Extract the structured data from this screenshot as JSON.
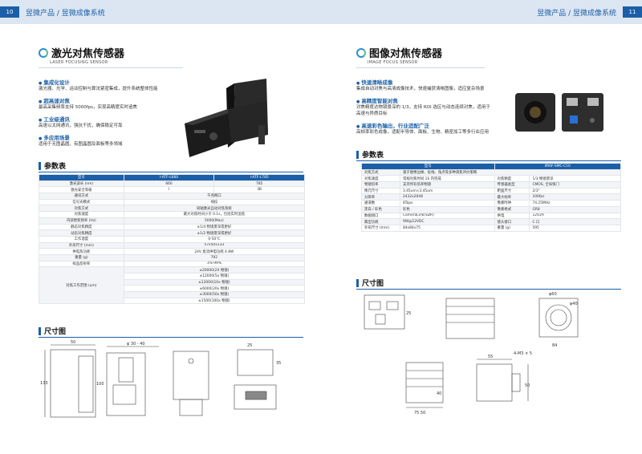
{
  "left": {
    "page_num": "10",
    "crumb": "昱微产品 / 昱微成像系统",
    "title": "激光对焦传感器",
    "subtitle": "LASER FOCUSING SENSOR",
    "features": [
      {
        "h": "集成化设计",
        "d": [
          "激光器、光学、运动控制与算法紧密集成，提升系统整体性能"
        ]
      },
      {
        "h": "超高速对焦",
        "d": [
          "最高采集频率支持 5000fps，实现高精度实时追焦"
        ]
      },
      {
        "h": "工业级通讯",
        "d": [
          "高速以太网通讯，强抗干扰，确保稳定可靠"
        ]
      },
      {
        "h": "多应用场景",
        "d": [
          "适用于无图晶圆、有图晶圆及面板等多领域"
        ]
      }
    ],
    "params_title": "参数表",
    "table_header": [
      "型号",
      "I-ATF-L660",
      "I-ATF-L785"
    ],
    "rows_two": [
      [
        "激光波长 (nm)",
        "660",
        "785"
      ],
      [
        "激光安全等级",
        "I",
        "3B"
      ]
    ],
    "rows_one": [
      [
        "通讯方式",
        "千兆网口"
      ],
      [
        "信号光模式",
        "线投"
      ],
      [
        "对焦方式",
        "同轴激光自动对焦系统"
      ],
      [
        "对焦速度",
        "最大对焦时间小于 0.1s，包括实时追焦"
      ],
      [
        "内部更新频率 (Hz)",
        "5000(Max)"
      ],
      [
        "静态对焦精度",
        "±1/4 物镜景深或更好"
      ],
      [
        "动态对焦精度",
        "±1/2 物镜景深或更好"
      ],
      [
        "工作温度",
        "0-50℃"
      ],
      [
        "外形尺寸 (mm)",
        "57x50x133"
      ],
      [
        "供电及功耗",
        "24V 直流供电功耗 4.8W"
      ],
      [
        "重量 (g)",
        "792"
      ],
      [
        "样品反射率",
        "1%-99%"
      ]
    ],
    "range_label": "对焦工作范围 (um)",
    "range_values": [
      "±20000(2X 物镜)",
      "±12000(5x 物镜)",
      "±12000(10x 物镜)",
      "±6000(20x 物镜)",
      "±3000(50x 物镜)",
      "±1500(100x 物镜)"
    ],
    "dims_title": "尺寸图",
    "dims": {
      "d50": "50",
      "d133": "133",
      "d38": "φ 30 - 40",
      "d100": "100",
      "d25": "25",
      "d35": "35"
    }
  },
  "right": {
    "page_num": "11",
    "crumb": "昱微产品 / 昱微成像系统",
    "title": "图像对焦传感器",
    "subtitle": "IMAGE FOCUS SENSOR",
    "features": [
      {
        "h": "快速清晰成像",
        "d": [
          "集成自动对焦与高清成像技术，快速捕获清晰图像，适应复杂场景"
        ]
      },
      {
        "h": "高精度智能对焦",
        "d": [
          "对焦精度达物镜景深的 1/3，支持 ROI 选区与动态连续对焦，适用于",
          "高速与异质目标"
        ]
      },
      {
        "h": "高速彩色输出，行业适配广泛",
        "d": [
          "高帧率彩色成像，适配半导体、面板、生物、精密加工等多行业应用"
        ]
      }
    ],
    "params_title": "参数表",
    "table_header": [
      "型号",
      "IMAF-SMC-C10"
    ],
    "row_full": [
      "对焦方式",
      "基于图像边缘、投线、角点等多种调焦评价策略"
    ],
    "rows_four": [
      [
        "对焦速度",
        "常规对焦时间 1S 内完成",
        "对焦精度",
        "1/3 物镜景深"
      ],
      [
        "物镜倍率",
        "支持所有倍率物镜",
        "传感器类型",
        "CMOS, 全局快门"
      ],
      [
        "像元尺寸",
        "3.45um×3.45um",
        "靶面尺寸",
        "2/3\""
      ],
      [
        "分辨率",
        "2432x2048",
        "最大帧率",
        "100fps"
      ],
      [
        "通道数",
        "8Taps",
        "像素时钟",
        "74.25MHz"
      ],
      [
        "黑白 / 彩色",
        "彩色",
        "像素格式",
        "GR8"
      ],
      [
        "数据接口",
        "CameraLink(SDR)",
        "供电",
        "12V2A"
      ],
      [
        "典型功耗",
        "9W@12VDC",
        "镜头接口",
        "C 口"
      ],
      [
        "外形尺寸 (mm)",
        "84x84x75",
        "重量 (g)",
        "595"
      ]
    ],
    "dims_title": "尺寸图",
    "dims": {
      "d7550": "75.50",
      "d55": "55",
      "d4": "4-M3 × 5",
      "d84": "84",
      "d60": "φ60",
      "d40": "φ40",
      "d50": "50",
      "d25": "25",
      "d40v": "40"
    }
  },
  "colors": {
    "accent": "#1a5fa8",
    "header_bg": "#dce6f2"
  }
}
